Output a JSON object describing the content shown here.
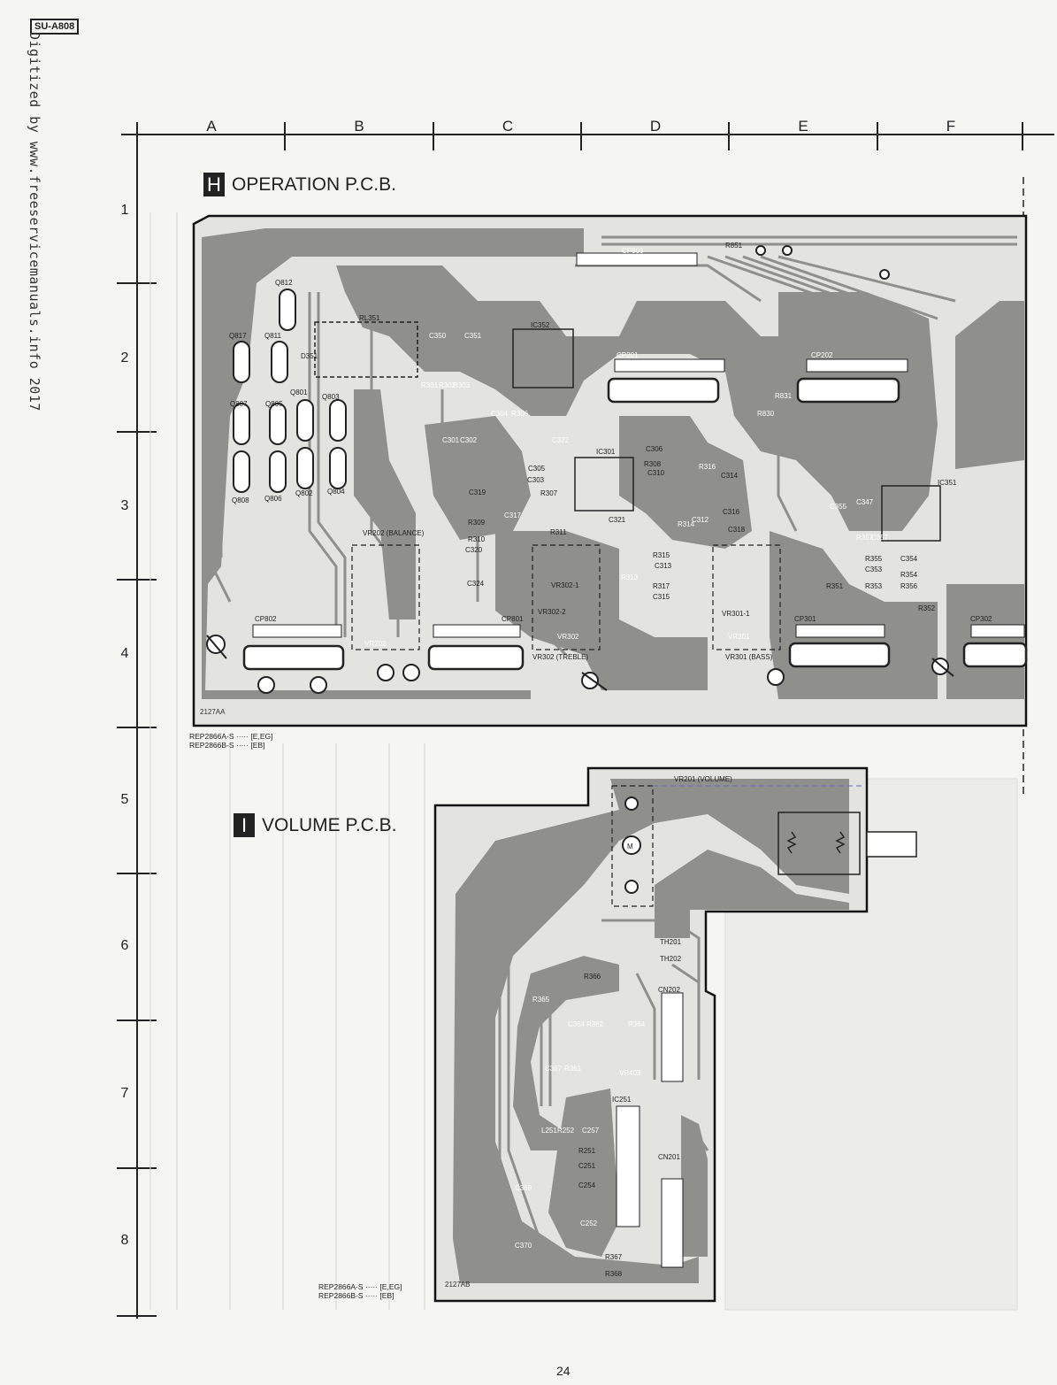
{
  "document": {
    "model": "SU-A808",
    "watermark": "Digitized by www.freeservicemanuals.info 2017",
    "page_number": "24"
  },
  "grid": {
    "columns": [
      "A",
      "B",
      "C",
      "D",
      "E",
      "F"
    ],
    "rows": [
      "1",
      "2",
      "3",
      "4",
      "5",
      "6",
      "7",
      "8"
    ]
  },
  "operation_pcb": {
    "badge": "H",
    "title": "OPERATION P.C.B.",
    "code": "2127AA",
    "part_notes": [
      "REP2866A-S ····· [E,EG]",
      "REP2866B-S ····· [EB]"
    ],
    "components": [
      "CP803",
      "R851",
      "Q812",
      "RL351",
      "C350",
      "C351",
      "IC352",
      "CP201",
      "CP202",
      "Q817",
      "Q811",
      "D351",
      "R301",
      "R302",
      "R303",
      "Q801",
      "Q803",
      "Q807",
      "Q805",
      "R830",
      "R831",
      "C304",
      "R306",
      "C302",
      "C301",
      "C322",
      "IC301",
      "C306",
      "R308",
      "C310",
      "R316",
      "C305",
      "C303",
      "R307",
      "C319",
      "C314",
      "C355",
      "C347",
      "IC351",
      "Q808",
      "Q806",
      "Q802",
      "Q804",
      "C317",
      "C321",
      "C316",
      "C318",
      "R314",
      "C312",
      "R309",
      "R311",
      "R310",
      "C320",
      "C324",
      "R313",
      "R315",
      "C313",
      "R317",
      "C315",
      "VR202 (BALANCE)",
      "VR302-1",
      "VR302-2",
      "VR301-1",
      "R357",
      "C357",
      "R355",
      "C353",
      "R351",
      "R353",
      "C354",
      "R354",
      "R356",
      "R352",
      "CP802",
      "CP801",
      "CP301",
      "CP302",
      "VR202",
      "VR302",
      "VR302 (TREBLE)",
      "VR301",
      "VR301 (BASS)"
    ]
  },
  "volume_pcb": {
    "badge": "I",
    "title": "VOLUME P.C.B.",
    "code": "2127AB",
    "part_notes": [
      "REP2866A-S ····· [E,EG]",
      "REP2866B-S ····· [EB]"
    ],
    "components": [
      "VR201 (VOLUME)",
      "M",
      "TH201",
      "TH202",
      "R366",
      "CN202",
      "R365",
      "C364",
      "R362",
      "R364",
      "C367",
      "R361",
      "VR403",
      "IC251",
      "L251",
      "R252",
      "C257",
      "R251",
      "C251",
      "C254",
      "C252",
      "CN201",
      "C369",
      "C370",
      "R367",
      "R368"
    ]
  }
}
